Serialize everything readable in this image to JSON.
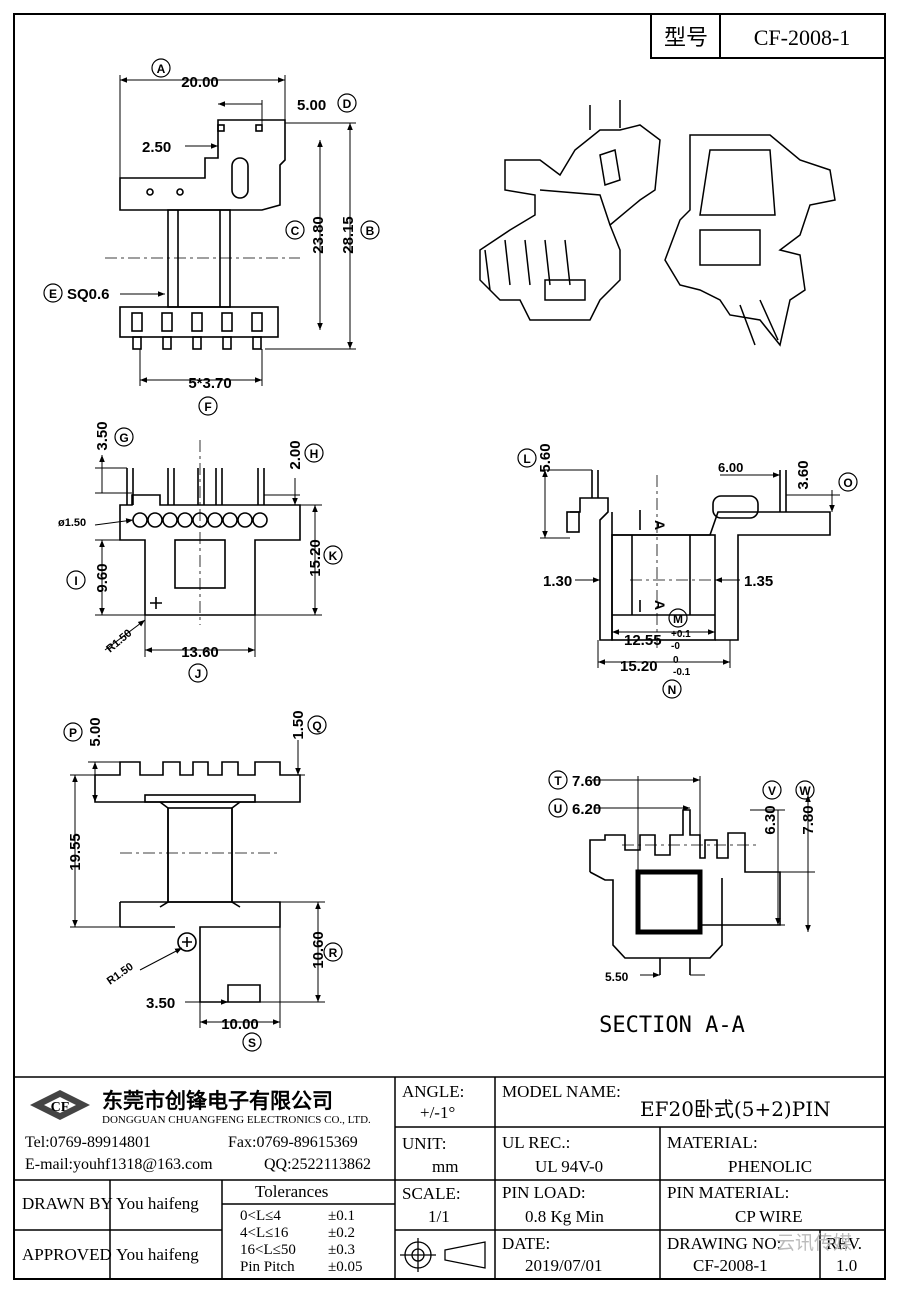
{
  "header": {
    "type_label": "型号",
    "part_number": "CF-2008-1"
  },
  "dimensions": {
    "A": {
      "letter": "A",
      "value": "20.00"
    },
    "B": {
      "letter": "B",
      "value": "28.15"
    },
    "C": {
      "letter": "C",
      "value": "23.80"
    },
    "D": {
      "letter": "D",
      "value": "5.00"
    },
    "D2": {
      "value": "2.50"
    },
    "E": {
      "letter": "E",
      "value": "SQ0.6"
    },
    "F": {
      "letter": "F",
      "value": "5*3.70"
    },
    "G": {
      "letter": "G",
      "value": "3.50"
    },
    "H": {
      "letter": "H",
      "value": "2.00"
    },
    "hole": {
      "value": "ø1.50"
    },
    "I": {
      "letter": "I",
      "value": "9.60"
    },
    "J": {
      "letter": "J",
      "value": "13.60"
    },
    "K": {
      "letter": "K",
      "value": "15.20"
    },
    "R1": {
      "value": "R1.50"
    },
    "L": {
      "letter": "L",
      "value": "5.60"
    },
    "O": {
      "letter": "O",
      "value": "3.60"
    },
    "top_w": {
      "value": "6.00"
    },
    "w130": {
      "value": "1.30"
    },
    "w135": {
      "value": "1.35"
    },
    "M": {
      "letter": "M",
      "value": "12.55",
      "tol_up": "+0.1",
      "tol_dn": "-0"
    },
    "N": {
      "letter": "N",
      "value": "15.20",
      "tol_up": "0",
      "tol_dn": "-0.1"
    },
    "P": {
      "letter": "P",
      "value": "5.00"
    },
    "Q": {
      "letter": "Q",
      "value": "1.50"
    },
    "h1955": {
      "value": "19.55"
    },
    "R": {
      "letter": "R",
      "value": "10.60"
    },
    "R2": {
      "value": "R1.50"
    },
    "w350": {
      "value": "3.50"
    },
    "S": {
      "letter": "S",
      "value": "10.00"
    },
    "T": {
      "letter": "T",
      "value": "7.60"
    },
    "U": {
      "letter": "U",
      "value": "6.20"
    },
    "V": {
      "letter": "V",
      "value": "6.30"
    },
    "W": {
      "letter": "W",
      "value": "7.80"
    },
    "w550": {
      "value": "5.50"
    },
    "section_mark": "A",
    "section_title": "SECTION  A-A"
  },
  "title_block": {
    "company_cn": "东莞市创锋电子有限公司",
    "company_en": "DONGGUAN CHUANGFENG ELECTRONICS CO., LTD.",
    "logo_text": "CF",
    "tel": "Tel:0769-89914801",
    "fax": "Fax:0769-89615369",
    "email": "E-mail:youhf1318@163.com",
    "qq": "QQ:2522113862",
    "angle_label": "ANGLE:",
    "angle_value": "+/-1°",
    "unit_label": "UNIT:",
    "unit_value": "mm",
    "scale_label": "SCALE:",
    "scale_value": "1/1",
    "model_label": "MODEL NAME:",
    "model_value": "EF20卧式(5+2)PIN",
    "ul_label": "UL REC.:",
    "ul_value": "UL 94V-0",
    "material_label": "MATERIAL:",
    "material_value": "PHENOLIC",
    "pin_load_label": "PIN LOAD:",
    "pin_load_value": "0.8 Kg Min",
    "pin_material_label": "PIN MATERIAL:",
    "pin_material_value": "CP WIRE",
    "date_label": "DATE:",
    "date_value": "2019/07/01",
    "drawing_no_label": "DRAWING NO:",
    "drawing_no_value": "CF-2008-1",
    "rev_label": "REV.",
    "rev_value": "1.0",
    "drawn_by_label": "DRAWN BY",
    "drawn_by_value": "You haifeng",
    "approved_label": "APPROVED",
    "approved_value": "You haifeng",
    "tolerances_title": "Tolerances",
    "tolerances": [
      {
        "range": "0<L≤4",
        "tol": "±0.1"
      },
      {
        "range": "4<L≤16",
        "tol": "±0.2"
      },
      {
        "range": "16<L≤50",
        "tol": "±0.3"
      },
      {
        "range": "Pin Pitch",
        "tol": "±0.05"
      }
    ],
    "watermark": "云讯传媒"
  }
}
